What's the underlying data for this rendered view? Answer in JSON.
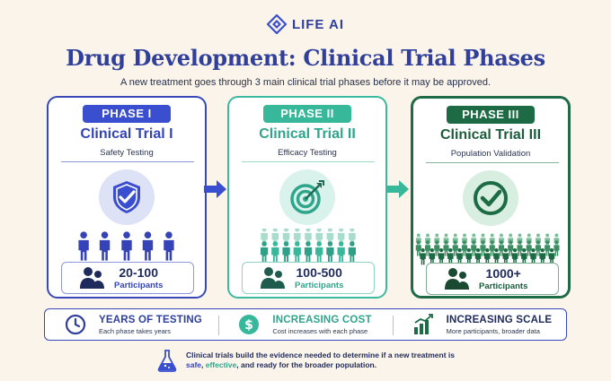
{
  "brand": {
    "name": "LIFE AI",
    "logo_icon": "diamond-logo-icon"
  },
  "header": {
    "title": "Drug Development: Clinical Trial Phases",
    "subtitle": "A new treatment goes through 3 main clinical trial phases before it may be approved."
  },
  "colors": {
    "phase1": "#3a4fcf",
    "phase2": "#38b89a",
    "phase3": "#1d6b45",
    "background": "#fbf4ea"
  },
  "phases": [
    {
      "badge": "PHASE I",
      "title": "Clinical Trial I",
      "subtitle": "Safety Testing",
      "icon": "shield-check-icon",
      "count": "20-100",
      "count_label": "Participants"
    },
    {
      "badge": "PHASE II",
      "title": "Clinical Trial II",
      "subtitle": "Efficacy Testing",
      "icon": "target-arrow-icon",
      "count": "100-500",
      "count_label": "Participants"
    },
    {
      "badge": "PHASE III",
      "title": "Clinical Trial III",
      "subtitle": "Population Validation",
      "icon": "check-circle-icon",
      "count": "1000+",
      "count_label": "Participants"
    }
  ],
  "facts": [
    {
      "title": "YEARS OF TESTING",
      "desc": "Each phase takes years",
      "icon": "clock-icon"
    },
    {
      "title": "INCREASING COST",
      "desc": "Cost increases with each phase",
      "icon": "dollar-icon"
    },
    {
      "title": "INCREASING SCALE",
      "desc": "More participants, broader data",
      "icon": "bar-chart-icon"
    }
  ],
  "footer": {
    "line1": "Clinical trials build the evidence needed to determine if a new treatment is",
    "kw_safe": "safe",
    "sep1": ", ",
    "kw_effective": "effective",
    "rest": ", and ready for the broader population.",
    "icon": "flask-icon"
  }
}
